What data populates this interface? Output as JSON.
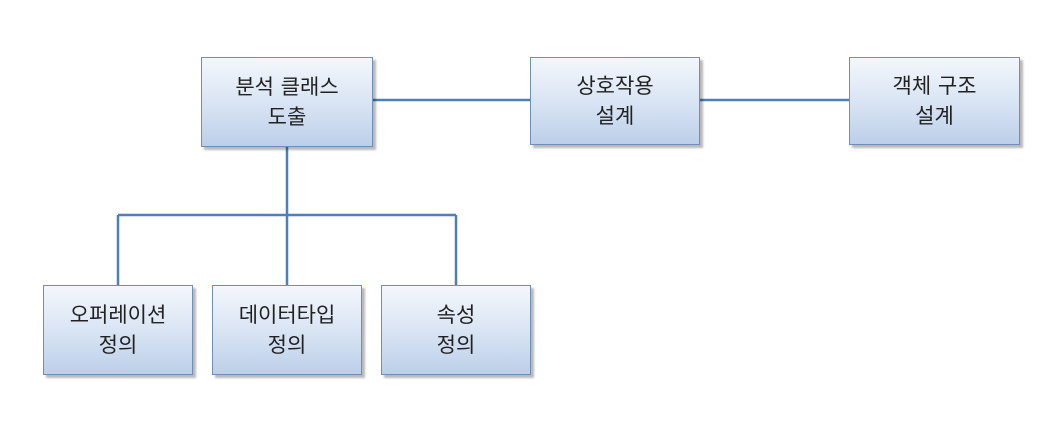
{
  "diagram": {
    "top_row": [
      {
        "line1": "분석 클래스",
        "line2": "도출"
      },
      {
        "line1": "상호작용",
        "line2": "설계"
      },
      {
        "line1": "객체 구조",
        "line2": "설계"
      }
    ],
    "bottom_row": [
      {
        "line1": "오퍼레이션",
        "line2": "정의"
      },
      {
        "line1": "데이터타입",
        "line2": "정의"
      },
      {
        "line1": "속성",
        "line2": "정의"
      }
    ],
    "connector_color": "#4f7fb5",
    "box_border_color": "#6f8fb9"
  }
}
